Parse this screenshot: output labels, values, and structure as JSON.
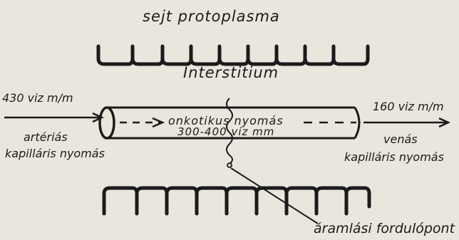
{
  "labels": {
    "top": "sejt protoplasma",
    "middle": "Interstitium",
    "left_pressure": "430 viz m/m",
    "left_vessel_1": "artériás",
    "left_vessel_2": "kapilláris nyomás",
    "right_pressure": "160 viz m/m",
    "right_vessel_1": "venás",
    "right_vessel_2": "kapilláris nyomás",
    "center_1": "onkotikus nyomás",
    "center_2": "300-400 viz mm",
    "turning_point": "áramlási fordulópont"
  }
}
